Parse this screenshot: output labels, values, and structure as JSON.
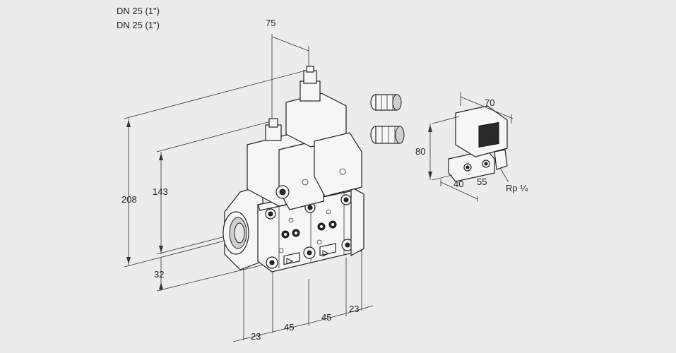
{
  "header": {
    "line1": "DN 25 (1\")",
    "line2": "DN 25 (1\")"
  },
  "dimensions": {
    "top_width": "75",
    "overall_height": "208",
    "body_height": "143",
    "inlet_offset": "32",
    "bottom_first": "23",
    "bottom_second": "45",
    "bottom_third": "45",
    "bottom_last": "23",
    "module_width": "70",
    "module_height": "80",
    "module_depth_a": "40",
    "module_depth_b": "55",
    "port_thread": "Rp ¼"
  }
}
